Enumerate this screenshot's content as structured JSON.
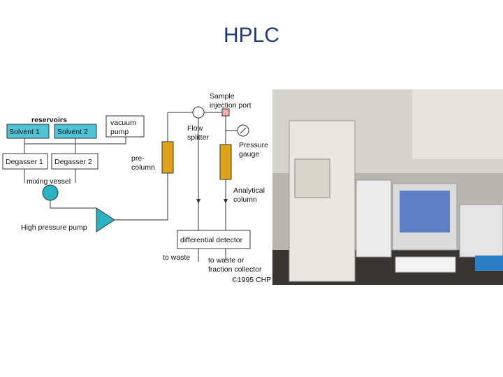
{
  "title": "HPLC",
  "diagram": {
    "reservoirs_label": "reservoirs",
    "solvent_1": "Solvent 1",
    "solvent_2": "Solvent 2",
    "vacuum_pump_line1": "vacuum",
    "vacuum_pump_line2": "pump",
    "degasser_1": "Degasser 1",
    "degasser_2": "Degasser 2",
    "mixing_vessel": "mixing vessel",
    "high_pressure_pump": "High pressure pump",
    "precolumn_line1": "pre-",
    "precolumn_line2": "column",
    "flow_splitter_line1": "Flow",
    "flow_splitter_line2": "splitter",
    "sample_port_line1": "Sample",
    "sample_port_line2": "injection port",
    "pressure_gauge_line1": "Pressure",
    "pressure_gauge_line2": "gauge",
    "analytical_column_line1": "Analytical",
    "analytical_column_line2": "column",
    "differential_detector": "differential detector",
    "to_waste": "to waste",
    "to_waste_or_line1": "to waste or",
    "to_waste_or_line2": "fraction collector",
    "copyright": "©1995 CHP"
  },
  "colors": {
    "title": "#1f3a7a",
    "solvent_fill": "#4ec3d6",
    "pump_fill": "#2bb3c4",
    "column_fill": "#e0a21a"
  }
}
